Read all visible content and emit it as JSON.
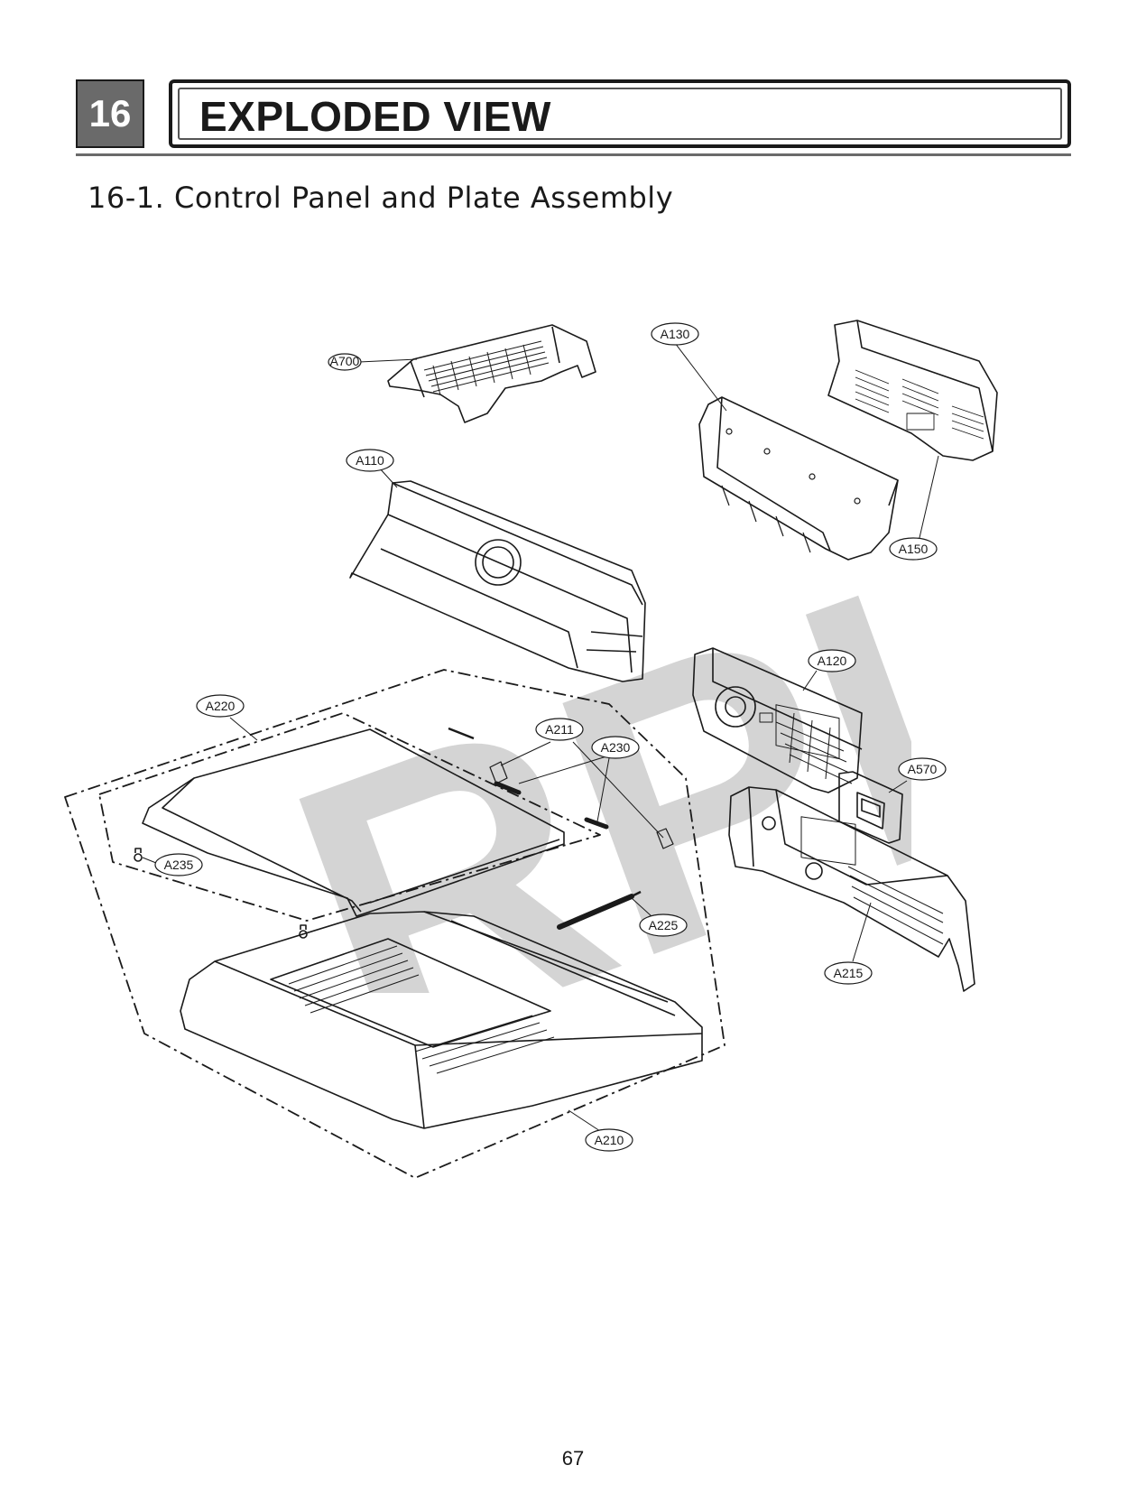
{
  "header": {
    "section_number": "16",
    "section_title": "EXPLODED VIEW",
    "subtitle": "16-1. Control Panel and Plate Assembly"
  },
  "watermark": {
    "text": "RPI",
    "color": "#d4d4d4"
  },
  "parts": [
    {
      "id": "A700",
      "label": "A700"
    },
    {
      "id": "A130",
      "label": "A130"
    },
    {
      "id": "A110",
      "label": "A110"
    },
    {
      "id": "A150",
      "label": "A150"
    },
    {
      "id": "A120",
      "label": "A120"
    },
    {
      "id": "A220",
      "label": "A220"
    },
    {
      "id": "A211",
      "label": "A211"
    },
    {
      "id": "A230",
      "label": "A230"
    },
    {
      "id": "A570",
      "label": "A570"
    },
    {
      "id": "A235",
      "label": "A235"
    },
    {
      "id": "A225",
      "label": "A225"
    },
    {
      "id": "A215",
      "label": "A215"
    },
    {
      "id": "A210",
      "label": "A210"
    }
  ],
  "footer": {
    "page_number": "67"
  }
}
